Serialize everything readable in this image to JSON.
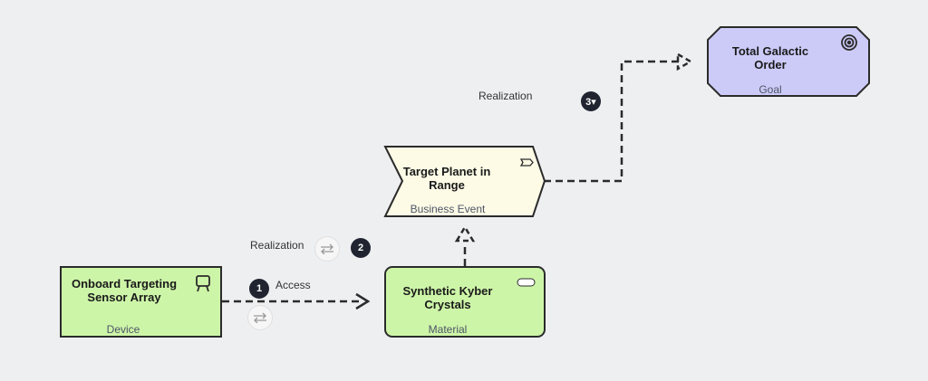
{
  "diagram": {
    "nodes": {
      "device": {
        "title": "Onboard Targeting Sensor Array",
        "type": "Device",
        "fill": "#cdf5a8"
      },
      "material": {
        "title": "Synthetic Kyber Crystals",
        "type": "Material",
        "fill": "#cdf5a8"
      },
      "event": {
        "title": "Target Planet in Range",
        "type": "Business Event",
        "fill": "#fdfbe6"
      },
      "goal": {
        "title": "Total Galactic Order",
        "type": "Goal",
        "fill": "#cccbf8"
      }
    },
    "edges": {
      "access": {
        "label": "Access",
        "badge": "1"
      },
      "realization_lower": {
        "label": "Realization",
        "badge": "2"
      },
      "realization_upper": {
        "label": "Realization",
        "badge": "3▾"
      }
    },
    "icons": {
      "device": "device-icon",
      "material": "material-icon",
      "event": "event-icon",
      "goal": "target-icon",
      "swap": "swap-arrows-icon"
    }
  }
}
